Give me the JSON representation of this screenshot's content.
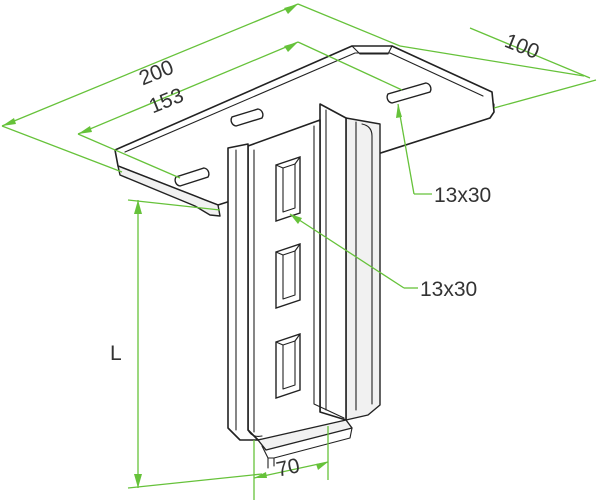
{
  "dimensions": {
    "plate_length": "200",
    "slot_spacing": "153",
    "plate_width": "100",
    "plate_slot": "13x30",
    "profile_slot": "13x30",
    "height": "L",
    "profile_width": "70"
  },
  "colors": {
    "dimension_lines": "#66c23a",
    "outline": "#222222",
    "text": "#333333"
  }
}
